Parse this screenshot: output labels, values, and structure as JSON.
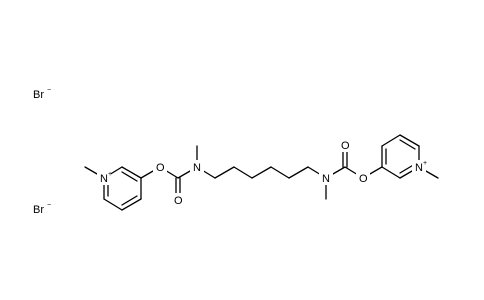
{
  "structure": {
    "counterions": [
      {
        "symbol": "Br",
        "charge": "−"
      },
      {
        "symbol": "Br",
        "charge": "−"
      }
    ],
    "atoms": {
      "pyridinium_n_left": {
        "symbol": "N",
        "charge": "+"
      },
      "ester_o_left": {
        "symbol": "O"
      },
      "carbonyl_o_left": {
        "symbol": "O"
      },
      "amide_n_left": {
        "symbol": "N"
      },
      "amide_n_right": {
        "symbol": "N"
      },
      "carbonyl_o_right": {
        "symbol": "O"
      },
      "ester_o_right": {
        "symbol": "O"
      },
      "pyridinium_n_right": {
        "symbol": "N",
        "charge": "+"
      }
    }
  }
}
